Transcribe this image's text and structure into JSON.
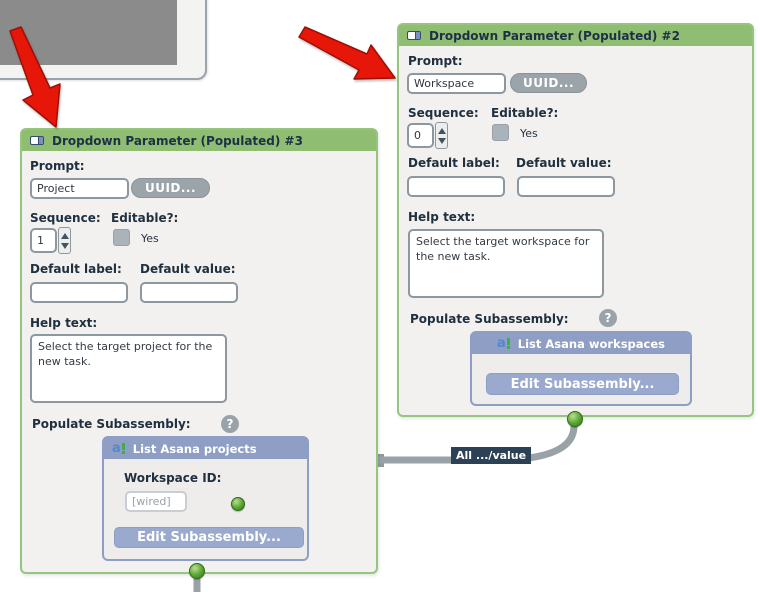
{
  "colors": {
    "node_header_green": "#8fbe73",
    "node_border_green": "#95c67e",
    "node_body": "#f2f1ef",
    "subnode_blue": "#8e9ec5",
    "subnode_button_blue": "#9aa9ce",
    "control_gray": "#9aa4a9",
    "wire_gray": "#98a2a7",
    "wire_label_bg": "#2c4156",
    "port_green": "#58a232",
    "arrow_red": "#e61608"
  },
  "icons": {
    "dropdown_widget": "combobox",
    "app_logo_letter": "a",
    "help_glyph": "?"
  },
  "wire": {
    "label": "All .../value"
  },
  "nodes": [
    {
      "title": "Dropdown Parameter (Populated) #3",
      "fields": {
        "prompt": {
          "label": "Prompt:",
          "value": "Project"
        },
        "uuid_button": "UUID...",
        "sequence": {
          "label": "Sequence:",
          "value": "1"
        },
        "editable": {
          "label": "Editable?:",
          "checkbox_text": "Yes"
        },
        "default_label": {
          "label": "Default label:",
          "value": ""
        },
        "default_value": {
          "label": "Default value:",
          "value": ""
        },
        "help_text": {
          "label": "Help text:",
          "value": "Select the target project for the\nnew task."
        },
        "populate": {
          "label": "Populate Subassembly:"
        }
      },
      "subassembly": {
        "title": "List Asana projects",
        "workspace_id": {
          "label": "Workspace ID:",
          "value": "[wired]"
        },
        "edit_button": "Edit Subassembly..."
      }
    },
    {
      "title": "Dropdown Parameter (Populated) #2",
      "fields": {
        "prompt": {
          "label": "Prompt:",
          "value": "Workspace"
        },
        "uuid_button": "UUID...",
        "sequence": {
          "label": "Sequence:",
          "value": "0"
        },
        "editable": {
          "label": "Editable?:",
          "checkbox_text": "Yes"
        },
        "default_label": {
          "label": "Default label:",
          "value": ""
        },
        "default_value": {
          "label": "Default value:",
          "value": ""
        },
        "help_text": {
          "label": "Help text:",
          "value": "Select the target workspace for\nthe new task."
        },
        "populate": {
          "label": "Populate Subassembly:"
        }
      },
      "subassembly": {
        "title": "List Asana workspaces",
        "edit_button": "Edit Subassembly..."
      }
    }
  ]
}
